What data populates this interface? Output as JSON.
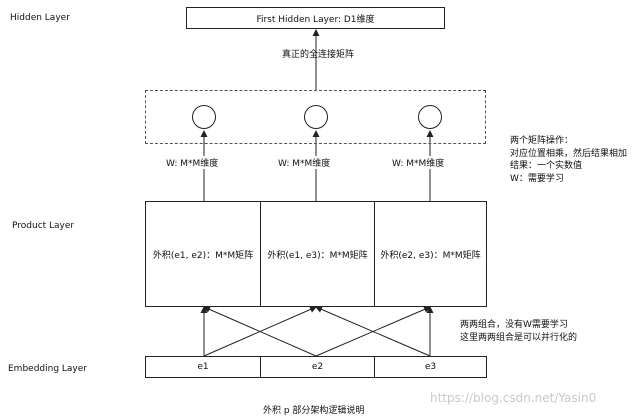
{
  "layers": {
    "hidden": "Hidden Layer",
    "product": "Product Layer",
    "embedding": "Embedding Layer"
  },
  "hidden_box_label": "First Hidden Layer: D1维度",
  "matrix_label": "真正的全连接矩阵",
  "weight_labels": [
    "W: M*M维度",
    "W: M*M维度",
    "W: M*M维度"
  ],
  "product_cells": [
    "外积(e1, e2)：M*M矩阵",
    "外积(e1, e3)：M*M矩阵",
    "外积(e2, e3)：M*M矩阵"
  ],
  "embedding_cells": [
    "e1",
    "e2",
    "e3"
  ],
  "note_matrix_ops": [
    "两个矩阵操作：",
    "对应位置相乘，然后结果相加",
    "结果：一个实数值",
    "W：需要学习"
  ],
  "note_combination": [
    "两两组合，没有W需要学习",
    "这里两两组合是可以并行化的"
  ],
  "caption": "外积 p 部分架构逻辑说明",
  "watermark": "https://blog.csdn.net/Yasin0"
}
